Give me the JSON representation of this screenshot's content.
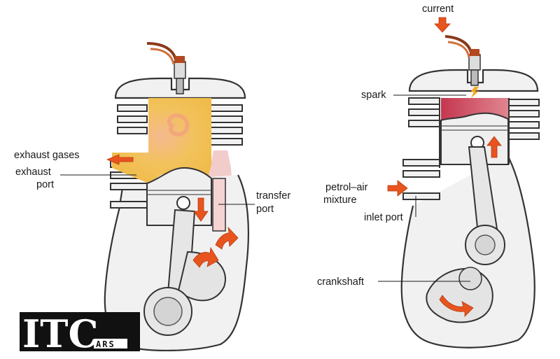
{
  "labels": {
    "exhaust_gases": "exhaust gases",
    "exhaust_port_1": "exhaust",
    "exhaust_port_2": "port",
    "transfer_port_1": "transfer",
    "transfer_port_2": "port",
    "current": "current",
    "spark": "spark",
    "petrol_air_1": "petrol–air",
    "petrol_air_2": "mixture",
    "inlet_port": "inlet port",
    "crankshaft": "crankshaft"
  },
  "logo": {
    "main": "ITC",
    "sub": "ARS"
  },
  "colors": {
    "arrow": "#e8541e",
    "exhaust_gas": "#f2bf4e",
    "crankcase_charge": "#f1c9c8",
    "combustion_gas": "#c9455a",
    "spark": "#f4a81d",
    "wire": "#8a3a1a"
  }
}
